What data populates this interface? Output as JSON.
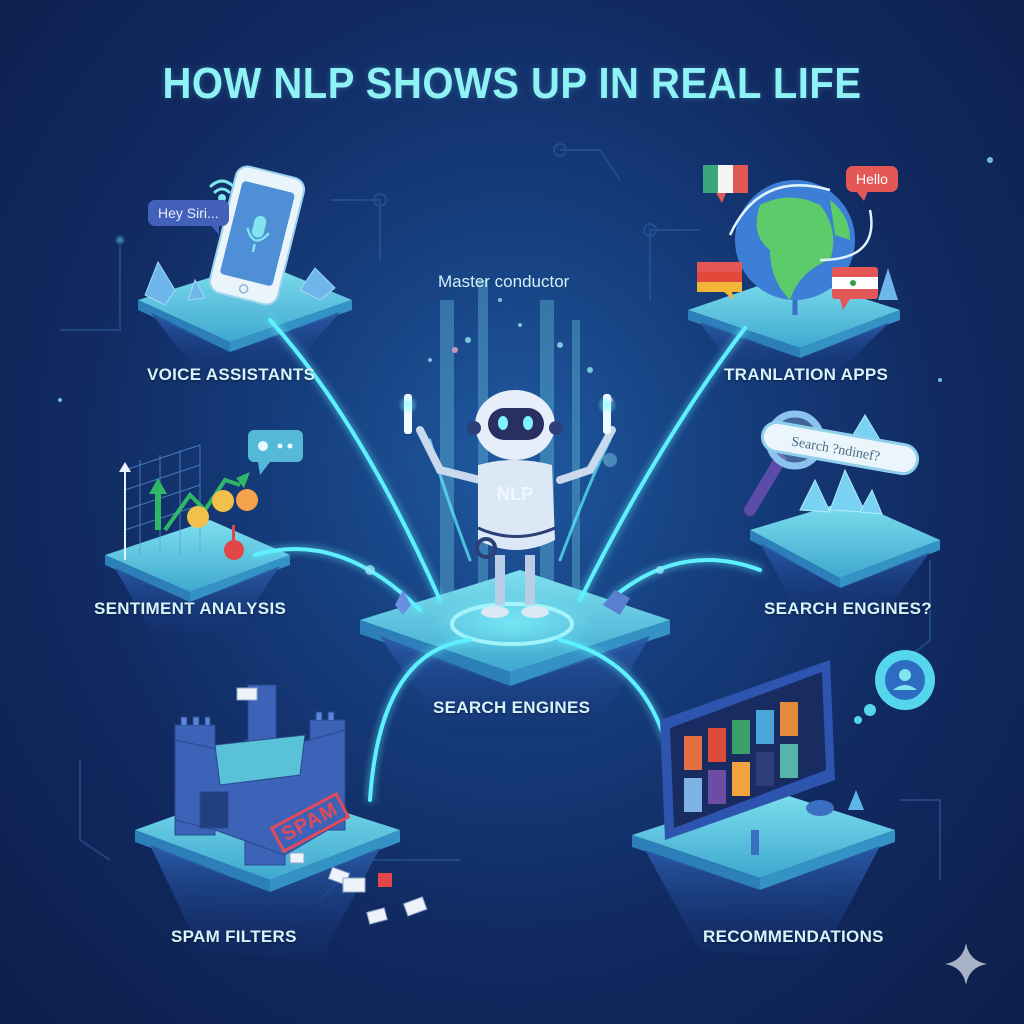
{
  "title": "HOW NLP SHOWS UP IN REAL LIFE",
  "center": {
    "caption": "Master conductor",
    "robot_chest_label": "NLP",
    "label": "SEARCH ENGINES"
  },
  "nodes": [
    {
      "id": "voice",
      "label": "VOICE ASSISTANTS",
      "bubble": "Hey Siri...",
      "icon": "smartphone-microphone-icon"
    },
    {
      "id": "translation",
      "label": "TRANLATION APPS",
      "bubble": "Hello",
      "icon": "globe-icon"
    },
    {
      "id": "sentiment",
      "label": "SENTIMENT ANALYSIS",
      "icon": "chart-emoji-icon"
    },
    {
      "id": "search",
      "label": "SEARCH ENGINES?",
      "search_text": "Search ?ndinef?",
      "icon": "magnifier-icon"
    },
    {
      "id": "spam",
      "label": "SPAM FILTERS",
      "stamp": "SPAM",
      "icon": "castle-icon"
    },
    {
      "id": "recommend",
      "label": "RECOMMENDATIONS",
      "icon": "monitor-posters-icon"
    }
  ],
  "colors": {
    "background_dark": "#0d1f4b",
    "background_mid": "#1f5aa0",
    "title": "#8ff3f6",
    "platform_top": "#55c7dd",
    "connector_glow": "#5ef0ff",
    "label": "#d7f4fb",
    "accent_red": "#e45757"
  },
  "watermark": {
    "icon": "sparkle-icon"
  }
}
